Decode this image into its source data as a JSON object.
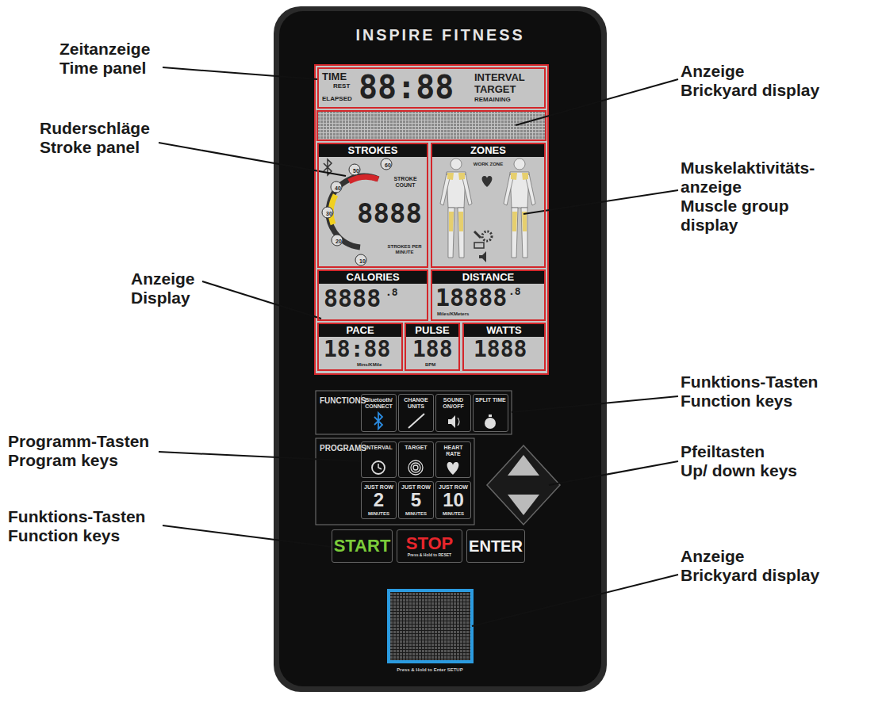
{
  "diagram": {
    "nodes": [
      {
        "text": [
          "INSPIRE FITNESS"
        ]
      },
      {
        "text": [
          "TIME",
          "REST",
          "ELAPSED",
          "88:88",
          "INTERVAL",
          "TARGET",
          "REMAINING"
        ],
        "in": 0
      },
      {
        "text": [
          "STROKES",
          "60",
          "50",
          "40",
          "30",
          "20",
          "10",
          "STROKE COUNT",
          "8888",
          "STROKES PER MINUTE"
        ],
        "in": 0
      },
      {
        "text": [
          "ZONES",
          "WORK ZONE"
        ],
        "in": 0
      },
      {
        "text": [
          "CALORIES",
          "8888",
          ".8"
        ],
        "in": 0
      },
      {
        "text": [
          "DISTANCE",
          "18888",
          ".8",
          "Miles/KMeters"
        ],
        "in": 0
      },
      {
        "text": [
          "PACE",
          "18:88",
          "Mins/KMile"
        ],
        "in": 0
      },
      {
        "text": [
          "PULSE",
          "188",
          "BPM"
        ],
        "in": 0
      },
      {
        "text": [
          "WATTS",
          "1888"
        ],
        "in": 0
      },
      {
        "text": [
          "Bluetooth/ CONNECT"
        ],
        "in": 0
      },
      {
        "text": [
          "CHANGE UNITS"
        ],
        "in": 0
      },
      {
        "text": [
          "SOUND ON/OFF"
        ],
        "in": 0
      },
      {
        "text": [
          "SPLIT TIME"
        ],
        "in": 0
      },
      {
        "text": [
          "INTERVAL"
        ],
        "in": 0
      },
      {
        "text": [
          "TARGET"
        ],
        "in": 0
      },
      {
        "text": [
          "HEART RATE"
        ],
        "in": 0
      },
      {
        "text": [
          "JUST ROW",
          "2",
          "MINUTES"
        ],
        "in": 0
      },
      {
        "text": [
          "JUST ROW",
          "5",
          "MINUTES"
        ],
        "in": 0
      },
      {
        "text": [
          "JUST ROW",
          "10",
          "MINUTES"
        ],
        "in": 0
      },
      {
        "text": [
          "START"
        ],
        "in": 0
      },
      {
        "text": [
          "STOP",
          "Press & Hold to RESET"
        ],
        "in": 0
      },
      {
        "text": [
          "ENTER"
        ],
        "in": 0
      }
    ],
    "labels": [
      "Zeitanzeige",
      "Time panel",
      "Ruderschläge",
      "Stroke panel",
      "Anzeige",
      "Display",
      "Programm-Tasten",
      "Program keys",
      "Funktions-Tasten",
      "Function keys",
      "Anzeige",
      "Brickyard display",
      "Muskelaktivitäts- anzeige",
      "Muscle group display",
      "Funktions-Tasten",
      "Function keys",
      "Pfeiltasten",
      "Up/ down keys",
      "Anzeige",
      "Brickyard display",
      "FUNCTIONS",
      "PROGRAMS",
      "Press & Hold to Enter SETUP"
    ]
  }
}
